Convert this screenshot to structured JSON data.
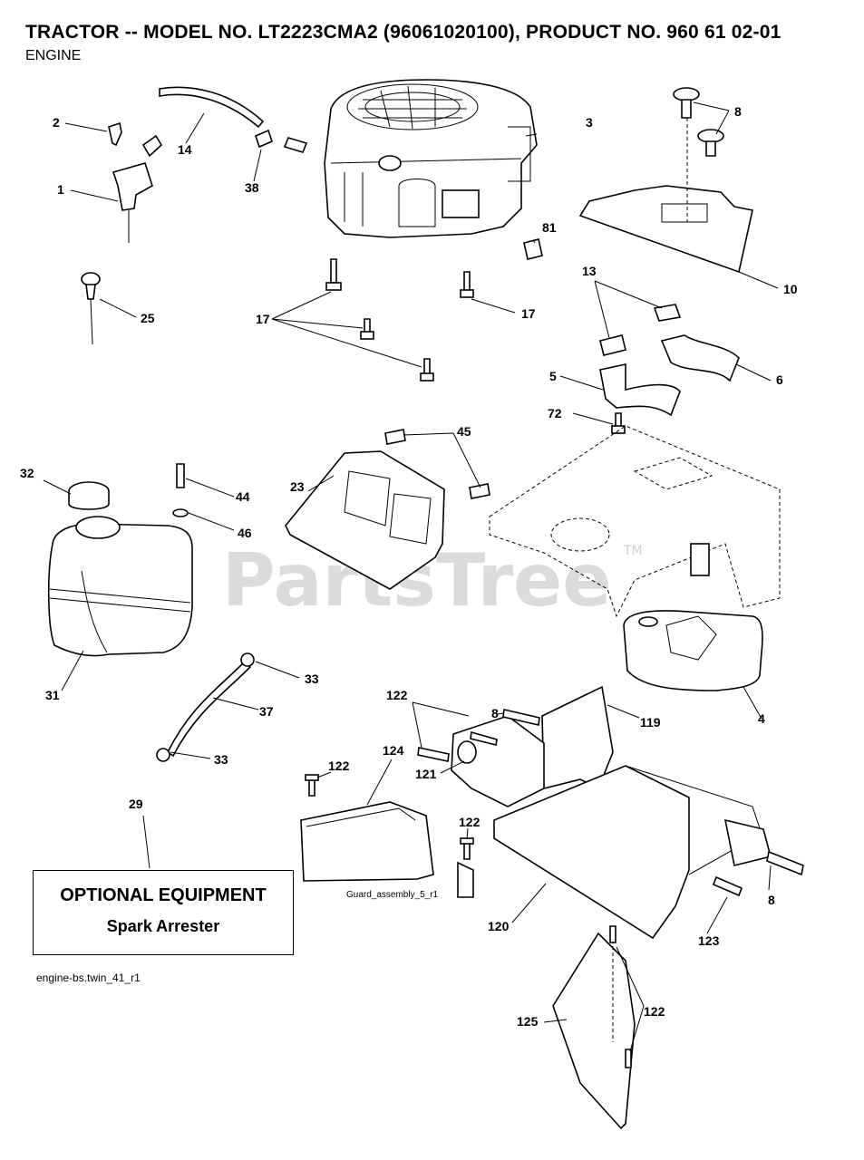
{
  "header": {
    "title": "TRACTOR -- MODEL NO. LT2223CMA2 (96061020100), PRODUCT NO. 960 61 02-01",
    "subtitle": "ENGINE"
  },
  "watermark": {
    "text": "PartsTree",
    "tm": "TM"
  },
  "optional_box": {
    "heading": "OPTIONAL EQUIPMENT",
    "item": "Spark Arrester"
  },
  "guard_caption": "Guard_assembly_5_r1",
  "footnote": "engine-bs.twin_41_r1",
  "callouts": {
    "c1": "1",
    "c2": "2",
    "c3": "3",
    "c4": "4",
    "c5": "5",
    "c6": "6",
    "c8a": "8",
    "c8b": "8",
    "c8c": "8",
    "c10": "10",
    "c13": "13",
    "c14": "14",
    "c17a": "17",
    "c17b": "17",
    "c23": "23",
    "c25": "25",
    "c29": "29",
    "c31": "31",
    "c32": "32",
    "c33a": "33",
    "c33b": "33",
    "c37": "37",
    "c38": "38",
    "c44": "44",
    "c45": "45",
    "c46": "46",
    "c72": "72",
    "c81": "81",
    "c119": "119",
    "c120": "120",
    "c121": "121",
    "c122a": "122",
    "c122b": "122",
    "c122c": "122",
    "c122d": "122",
    "c123": "123",
    "c124": "124",
    "c125": "125"
  }
}
